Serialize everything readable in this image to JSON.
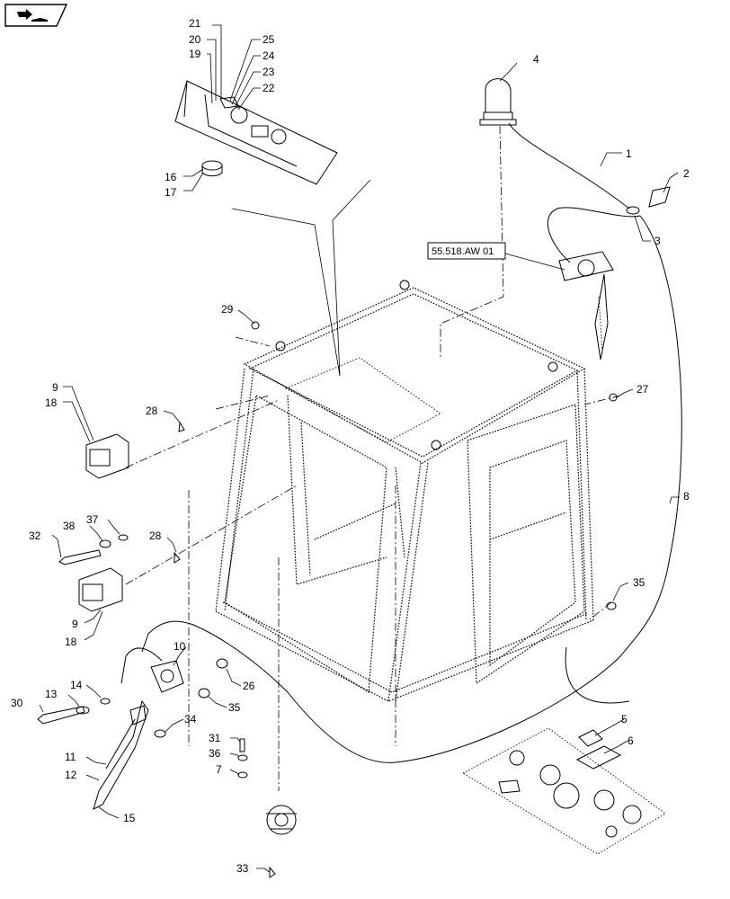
{
  "nav": {
    "icon": "book-arrow-icon"
  },
  "reference": {
    "label": "55.518.AW 01"
  },
  "callouts": {
    "c1": "1",
    "c2": "2",
    "c3": "3",
    "c4": "4",
    "c5": "5",
    "c6": "6",
    "c7": "7",
    "c8": "8",
    "c9a": "9",
    "c9b": "9",
    "c10": "10",
    "c11": "11",
    "c12": "12",
    "c13": "13",
    "c14": "14",
    "c15": "15",
    "c16": "16",
    "c17": "17",
    "c18a": "18",
    "c18b": "18",
    "c19": "19",
    "c20": "20",
    "c21": "21",
    "c22": "22",
    "c23": "23",
    "c24": "24",
    "c25": "25",
    "c26": "26",
    "c27": "27",
    "c28a": "28",
    "c28b": "28",
    "c29": "29",
    "c30": "30",
    "c31": "31",
    "c32": "32",
    "c33": "33",
    "c34": "34",
    "c35a": "35",
    "c35b": "35",
    "c36": "36",
    "c37": "37",
    "c38": "38"
  }
}
